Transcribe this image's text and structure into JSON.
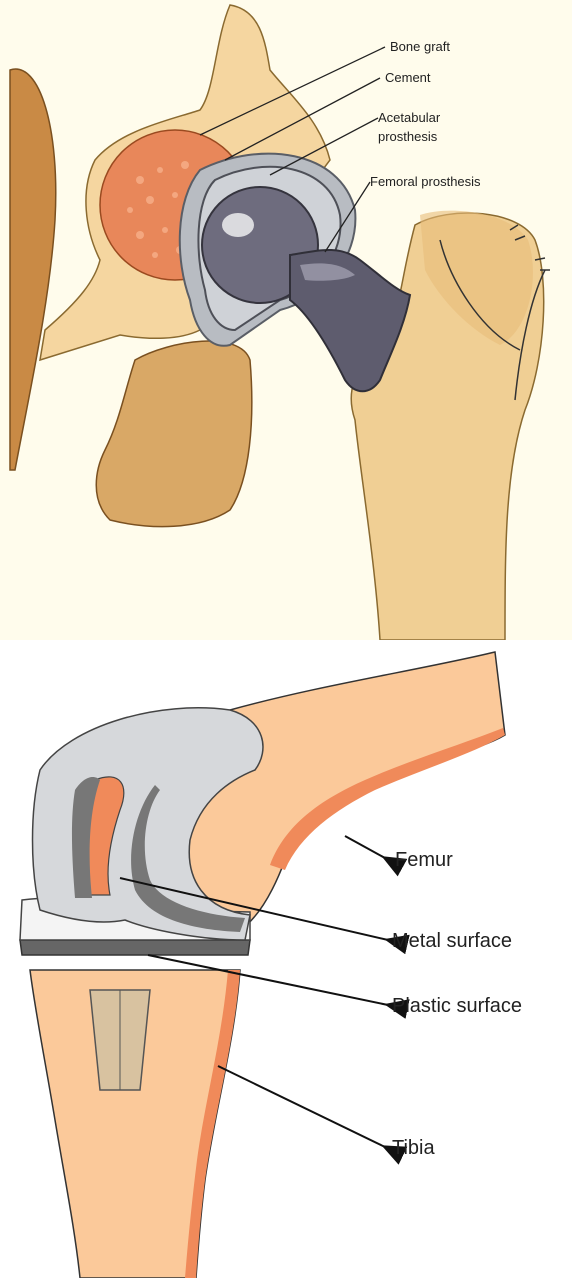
{
  "hip_figure": {
    "labels": {
      "bone_graft": "Bone graft",
      "cement": "Cement",
      "acetabular_line1": "Acetabular",
      "acetabular_line2": "prosthesis",
      "femoral_prosthesis": "Femoral prosthesis"
    }
  },
  "knee_figure": {
    "labels": {
      "femur": "Femur",
      "metal_surface": "Metal surface",
      "plastic_surface": "Plastic surface",
      "tibia": "Tibia"
    }
  },
  "colors": {
    "bone": "#f5d6a0",
    "bone_dark": "#d9a866",
    "graft": "#e8875a",
    "cement": "#b8bcc2",
    "metal": "#6e6c7e",
    "metal_light": "#a8a6b6",
    "knee_bone": "#fbc99a",
    "knee_bone_dark": "#f08a5a",
    "knee_metal": "#d6d8db",
    "knee_plastic": "#f4f4f4"
  }
}
